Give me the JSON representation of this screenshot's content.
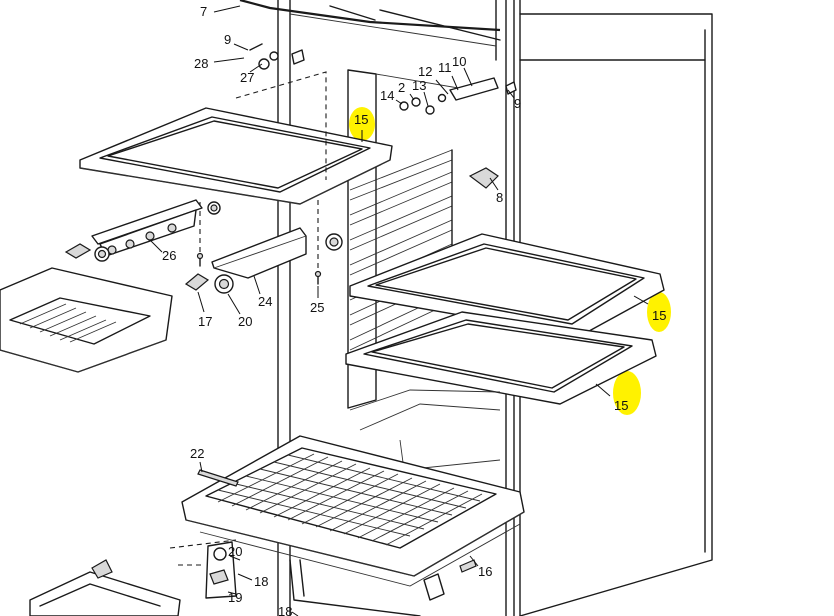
{
  "highlight_color": "#fff200",
  "callouts": [
    {
      "id": "c7",
      "text": "7"
    },
    {
      "id": "c9a",
      "text": "9"
    },
    {
      "id": "c28",
      "text": "28"
    },
    {
      "id": "c27",
      "text": "27"
    },
    {
      "id": "c12",
      "text": "12"
    },
    {
      "id": "c11",
      "text": "11"
    },
    {
      "id": "c10",
      "text": "10"
    },
    {
      "id": "c14",
      "text": "14"
    },
    {
      "id": "c2",
      "text": "2"
    },
    {
      "id": "c13",
      "text": "13"
    },
    {
      "id": "c9b",
      "text": "9"
    },
    {
      "id": "c15a",
      "text": "15"
    },
    {
      "id": "c8",
      "text": "8"
    },
    {
      "id": "c26",
      "text": "26"
    },
    {
      "id": "c24",
      "text": "24"
    },
    {
      "id": "c25",
      "text": "25"
    },
    {
      "id": "c17",
      "text": "17"
    },
    {
      "id": "c20a",
      "text": "20"
    },
    {
      "id": "c15b",
      "text": "15"
    },
    {
      "id": "c15c",
      "text": "15"
    },
    {
      "id": "c22",
      "text": "22"
    },
    {
      "id": "c20b",
      "text": "20"
    },
    {
      "id": "c18a",
      "text": "18"
    },
    {
      "id": "c19",
      "text": "19"
    },
    {
      "id": "c16",
      "text": "16"
    },
    {
      "id": "c18b",
      "text": "18"
    }
  ]
}
